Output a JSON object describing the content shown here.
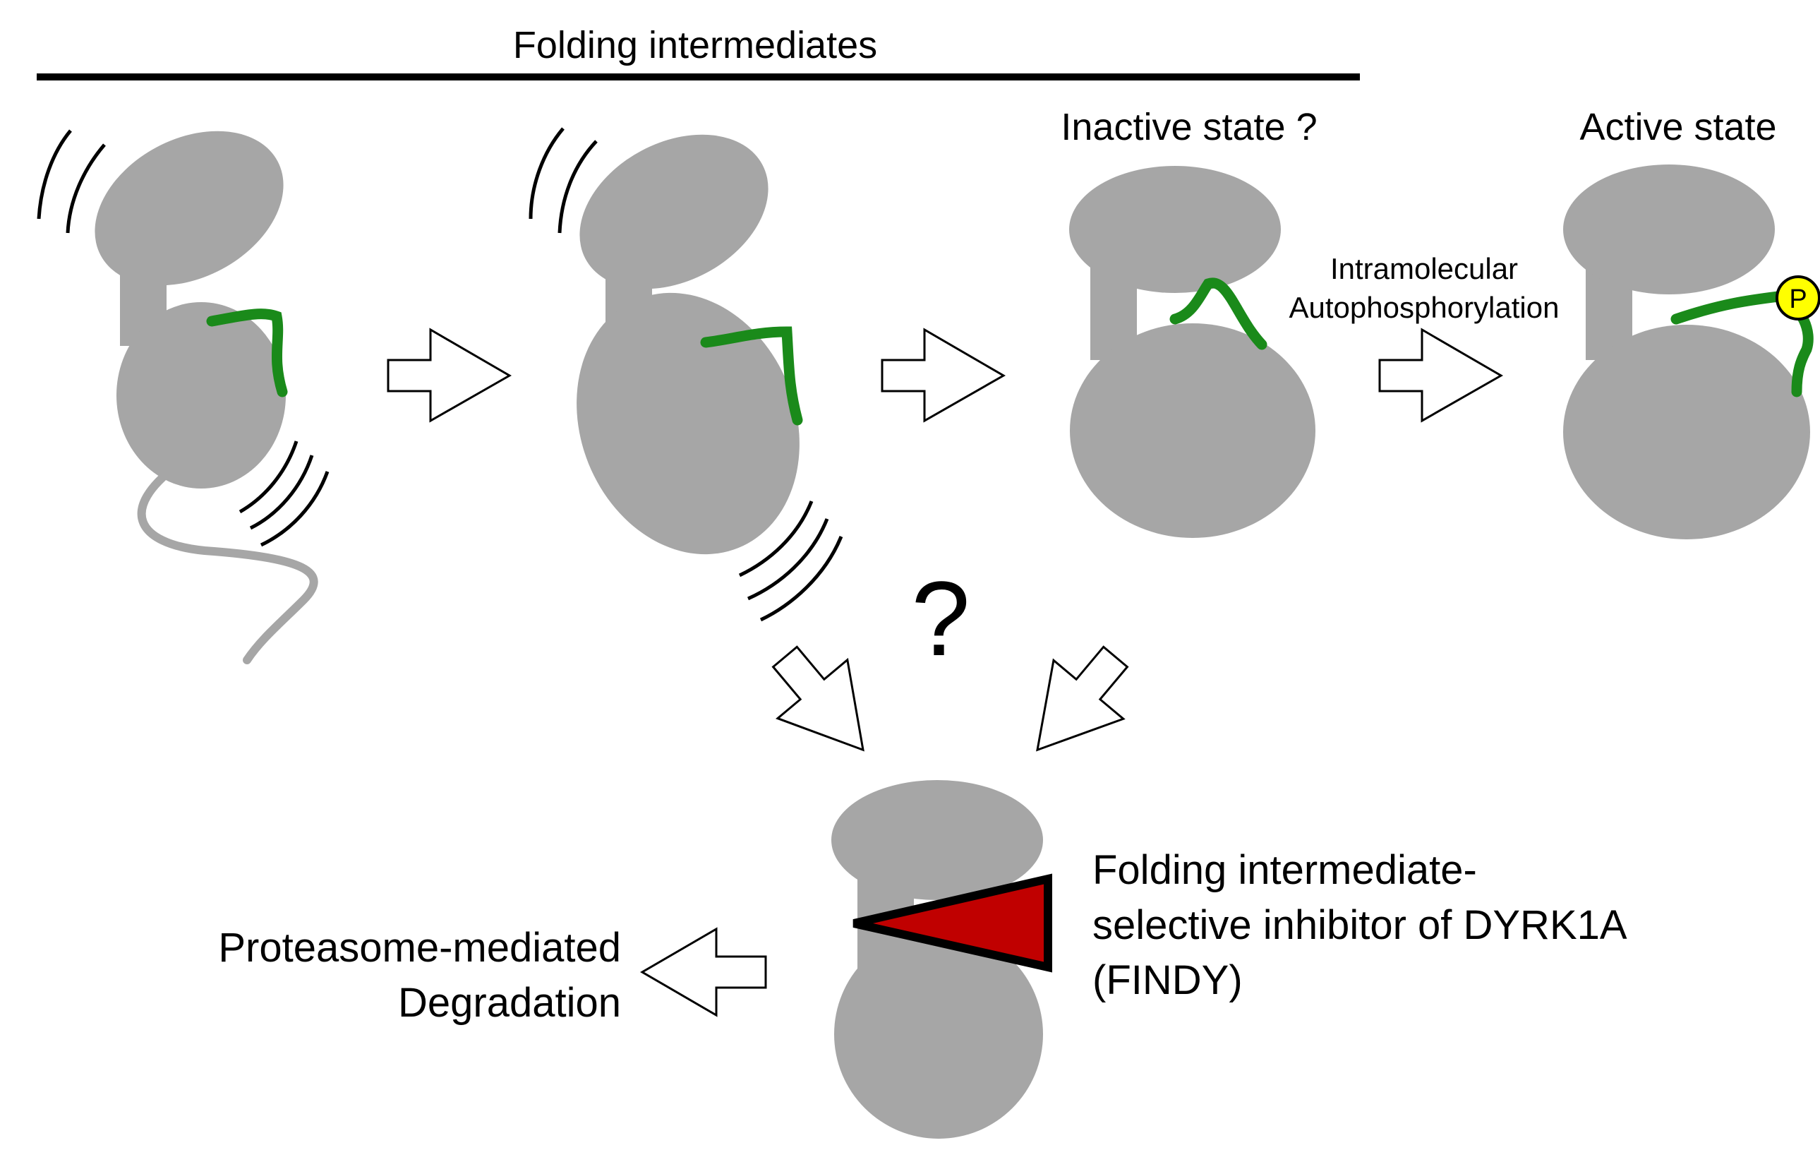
{
  "header": {
    "title": "Folding intermediates"
  },
  "states": {
    "inactive_label": "Inactive state ?",
    "active_label": "Active state"
  },
  "transition": {
    "line1": "Intramolecular",
    "line2": "Autophosphorylation"
  },
  "phospho_label": "P",
  "question_mark": "?",
  "degradation": {
    "line1": "Proteasome-mediated",
    "line2": "Degradation"
  },
  "inhibitor": {
    "line1": "Folding intermediate-",
    "line2": "selective inhibitor of DYRK1A",
    "line3": "(FINDY)"
  },
  "colors": {
    "protein": "#a6a6a6",
    "loop": "#1a8a1a",
    "phospho": "#ffff00",
    "inhibitor": "#c00000",
    "ink": "#000000"
  }
}
